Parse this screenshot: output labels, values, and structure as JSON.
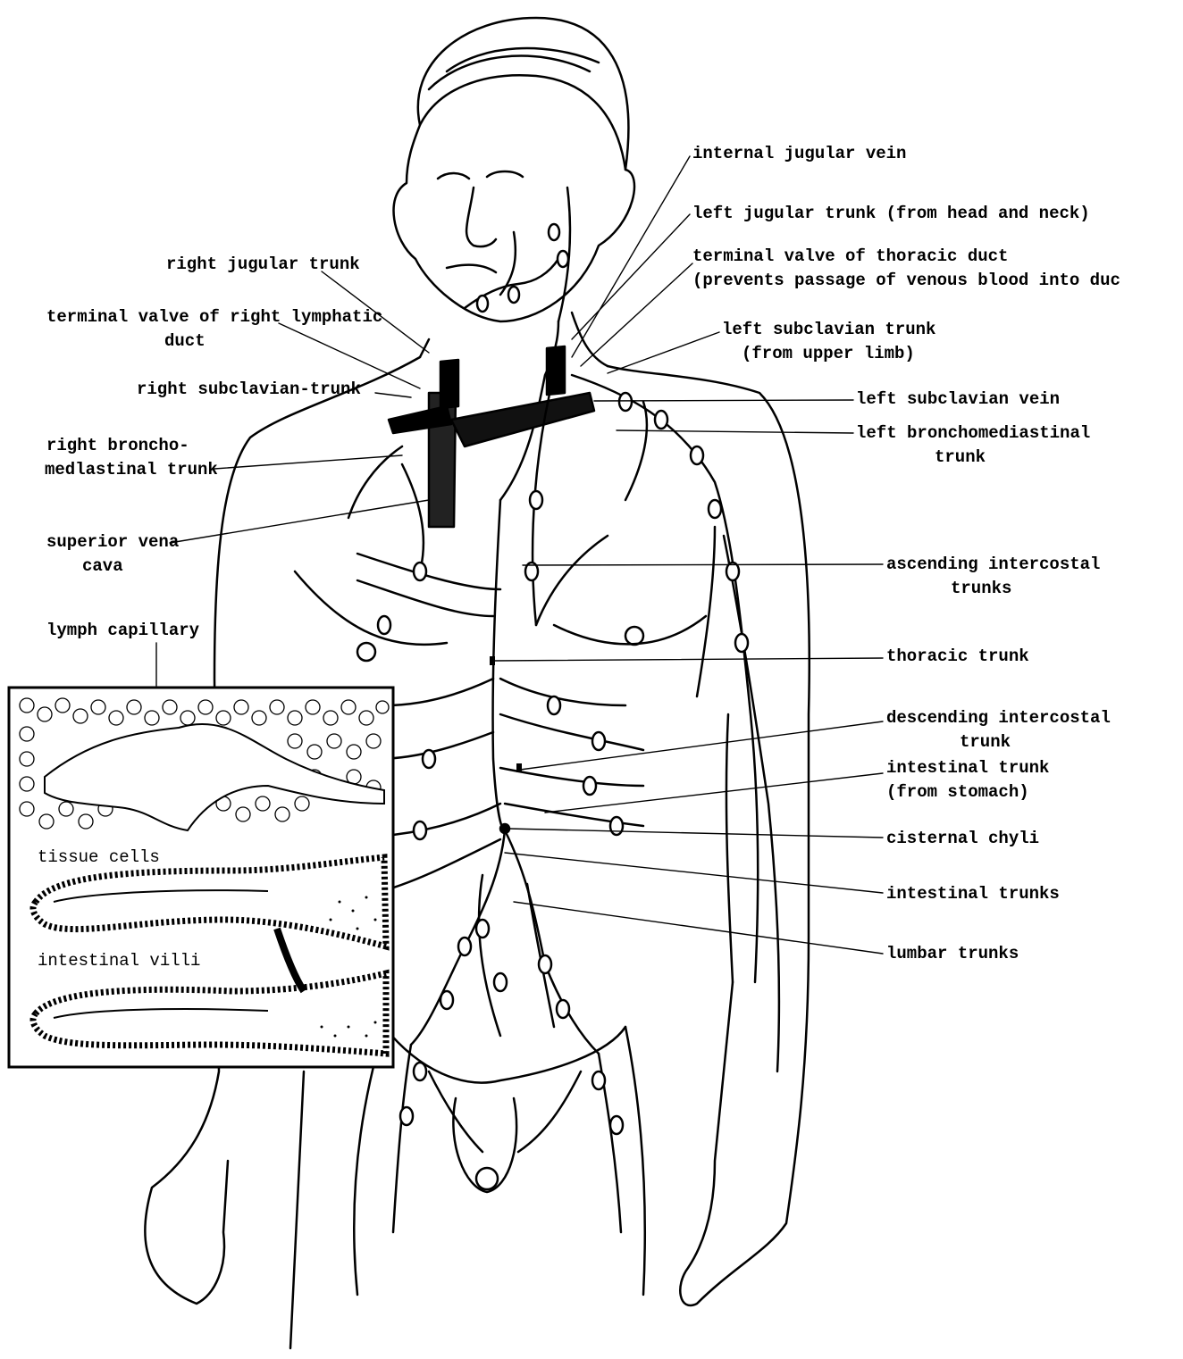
{
  "figure": {
    "labels_left": {
      "right_jugular_trunk": "right jugular trunk",
      "terminal_valve_right_1": "terminal valve of right lymphatic",
      "terminal_valve_right_2": "duct",
      "right_subclavian_trunk": "right subclavian-trunk",
      "right_broncho_1": "right broncho-",
      "right_broncho_2": "medlastinal trunk",
      "superior_vena_cava_1": "superior vena",
      "superior_vena_cava_2": "cava",
      "lymph_capillary": "lymph capillary"
    },
    "labels_right": {
      "internal_jugular_vein": "internal jugular vein",
      "left_jugular_trunk": "left jugular trunk (from head and neck)",
      "terminal_valve_thoracic_1": "terminal valve of thoracic duct",
      "terminal_valve_thoracic_2": "(prevents passage of venous blood into duc",
      "left_subclavian_trunk_1": "left subclavian trunk",
      "left_subclavian_trunk_2": "(from upper limb)",
      "left_subclavian_vein": "left subclavian vein",
      "left_bronchomediastinal_1": "left bronchomediastinal",
      "left_bronchomediastinal_2": "trunk",
      "ascending_intercostal_1": "ascending intercostal",
      "ascending_intercostal_2": "trunks",
      "thoracic_trunk": "thoracic trunk",
      "descending_intercostal_1": "descending intercostal",
      "descending_intercostal_2": "trunk",
      "intestinal_trunk_1": "intestinal trunk",
      "intestinal_trunk_2": "(from stomach)",
      "cisternal_chyli": "cisternal chyli",
      "intestinal_trunks": "intestinal trunks",
      "lumbar_trunks": "lumbar trunks"
    },
    "inset": {
      "tissue_cells": "tissue cells",
      "intestinal_villi": "intestinal villi"
    }
  }
}
